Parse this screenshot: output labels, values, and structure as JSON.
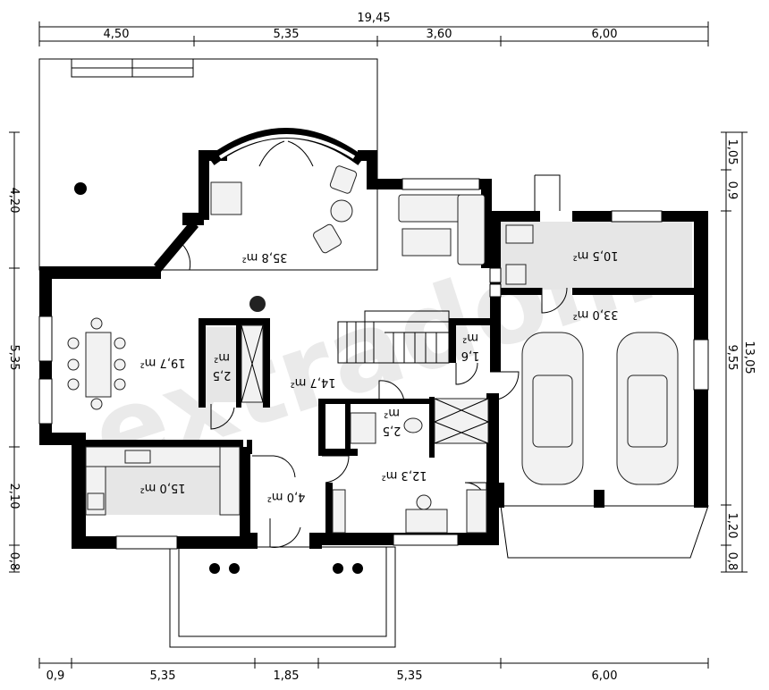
{
  "dimensions": {
    "top_total": "19,45",
    "top": [
      "4,50",
      "5,35",
      "3,60",
      "6,00"
    ],
    "bottom": [
      "0,9",
      "5,35",
      "1,85",
      "5,35",
      "6,00"
    ],
    "left": [
      "4,20",
      "5,35",
      "2,10",
      "0,8"
    ],
    "right": [
      "1,05",
      "0,9",
      "9,55",
      "1,20",
      "0,8"
    ],
    "right_total": "13,05"
  },
  "rooms": {
    "living": {
      "area": "35,8",
      "unit": "m²"
    },
    "dining": {
      "area": "19,7",
      "unit": "m²"
    },
    "pantry": {
      "area": "2,5",
      "unit": "m²"
    },
    "hall": {
      "area": "14,7",
      "unit": "m²"
    },
    "stair": {
      "area": "1,6",
      "unit": "m²"
    },
    "wc": {
      "area": "2,5",
      "unit": "m²"
    },
    "kitchen": {
      "area": "15,0",
      "unit": "m²"
    },
    "vestibule": {
      "area": "4,0",
      "unit": "m²"
    },
    "office": {
      "area": "12,3",
      "unit": "m²"
    },
    "boiler": {
      "area": "10,5",
      "unit": "m²"
    },
    "garage": {
      "area": "33,0",
      "unit": "m²"
    }
  },
  "watermark": "extradom"
}
